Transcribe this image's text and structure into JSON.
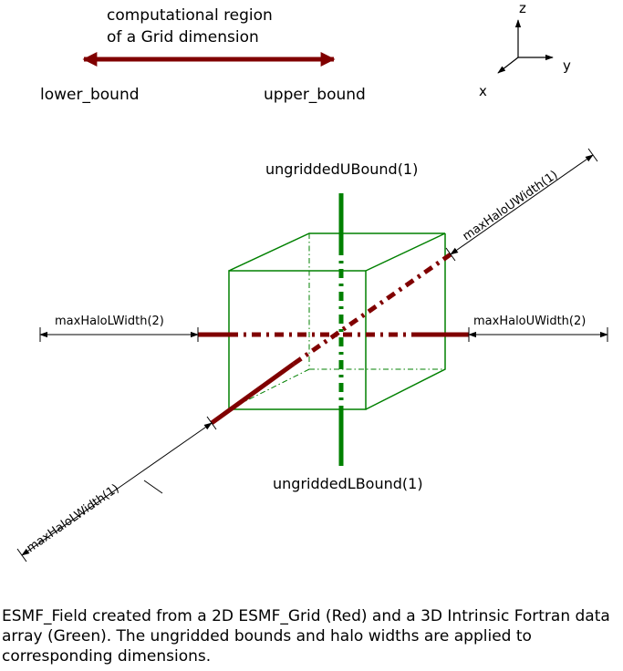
{
  "legend": {
    "region_line1": "computational region",
    "region_line2": "of a Grid dimension",
    "lower_bound": "lower_bound",
    "upper_bound": "upper_bound"
  },
  "axes": {
    "z": "z",
    "y": "y",
    "x": "x"
  },
  "labels": {
    "ungridded_ubound": "ungriddedUBound(1)",
    "ungridded_lbound": "ungriddedLBound(1)",
    "max_halo_lwidth_2": "maxHaloLWidth(2)",
    "max_halo_uwidth_2": "maxHaloUWidth(2)",
    "max_halo_uwidth_1": "maxHaloUWidth(1)",
    "max_halo_lwidth_1": "maxHaloLWidth(1)"
  },
  "caption": "ESMF_Field created from a 2D ESMF_Grid (Red) and a 3D Intrinsic Fortran data array (Green). The ungridded bounds and halo widths are applied to corresponding dimensions.",
  "colors": {
    "grid_red": "#800000",
    "array_green": "#008000",
    "line": "#000000"
  }
}
